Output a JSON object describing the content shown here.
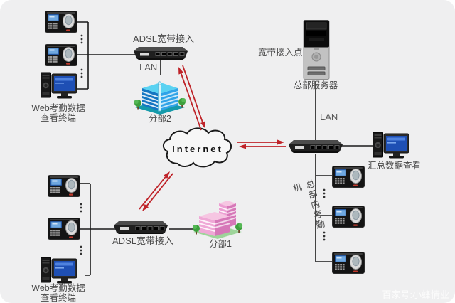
{
  "internet": {
    "label": "Internet"
  },
  "branch2": {
    "adsl_label": "ADSL宽带接入",
    "lan_label": "LAN",
    "building_label": "分部2",
    "terminal_line1": "Web考勤数据",
    "terminal_line2": "查看终端"
  },
  "branch1": {
    "adsl_label": "ADSL宽带接入",
    "building_label": "分部1",
    "terminal_line1": "Web考勤数据",
    "terminal_line2": "查看终端"
  },
  "hq": {
    "access_point_label": "宽带接入点",
    "server_label": "总部服务器",
    "lan_label": "LAN",
    "summary_view_label": "汇总数据查看",
    "internal_machines_label": "总部内考勤机"
  },
  "watermark": "百家号:小蜂情业",
  "colors": {
    "canvas_bg": "#efeff0",
    "arrow_red": "#bf2329",
    "connector_black": "#1a1a1a",
    "building_blue": "#2fa3e8",
    "building_pink": "#ec9ed2"
  }
}
